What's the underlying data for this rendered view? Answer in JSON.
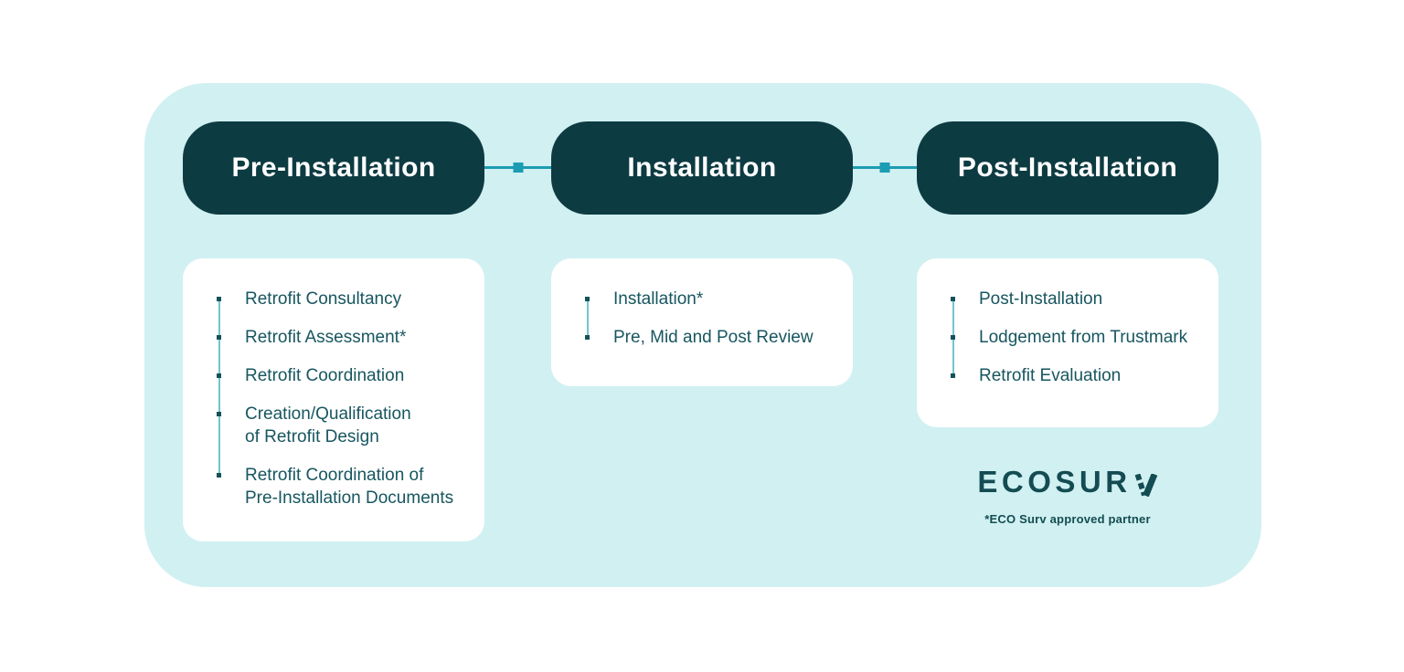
{
  "colors": {
    "background_mint": "#d1f0f2",
    "pill_dark_teal": "#0d3b42",
    "card_white": "#ffffff",
    "list_text_teal": "#17565f",
    "connector_teal": "#1b9cb3",
    "timeline_line_teal": "#74c3d1",
    "logo_teal": "#134c52"
  },
  "stages": [
    {
      "title": "Pre-Installation",
      "items": [
        "Retrofit Consultancy",
        "Retrofit Assessment*",
        "Retrofit Coordination",
        "Creation/Qualification\nof Retrofit Design",
        "Retrofit Coordination of\nPre-Installation Documents"
      ]
    },
    {
      "title": "Installation",
      "items": [
        "Installation*",
        "Pre, Mid and Post Review"
      ]
    },
    {
      "title": "Post-Installation",
      "items": [
        "Post-Installation",
        "Lodgement from Trustmark",
        "Retrofit Evaluation"
      ]
    }
  ],
  "logo": {
    "brand": "ECOSURV",
    "partner_note": "*ECO Surv approved partner"
  }
}
